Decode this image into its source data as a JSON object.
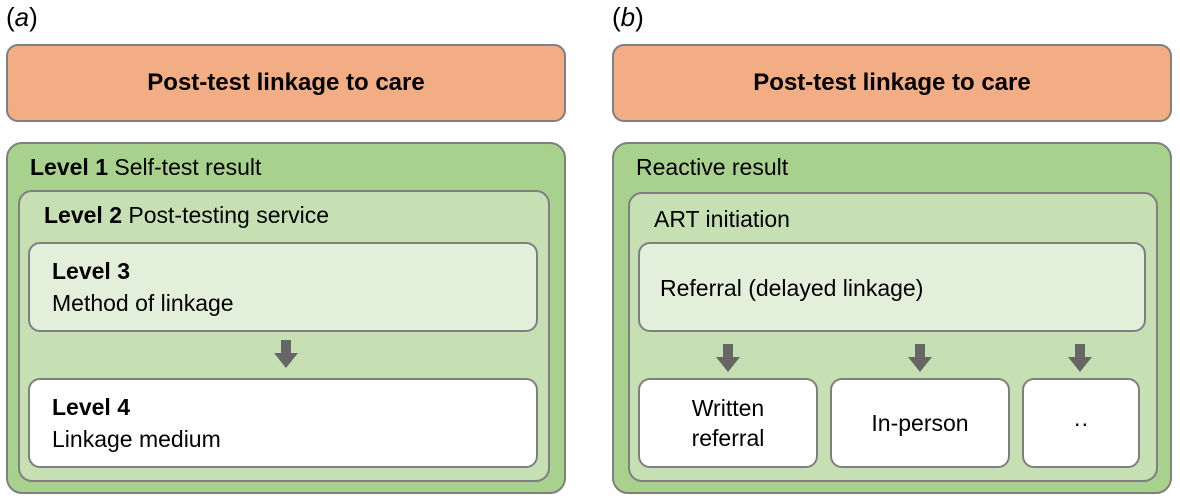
{
  "panels": [
    {
      "label": "a",
      "header": "Post-test linkage to care",
      "level1_title": "Level 1",
      "level1_text": "Self-test result",
      "level2_title": "Level 2",
      "level2_text": "Post-testing service",
      "level3_title": "Level 3",
      "level3_text": "Method of linkage",
      "level4_title": "Level 4",
      "level4_text": "Linkage medium"
    },
    {
      "label": "b",
      "header": "Post-test linkage to care",
      "outer_text": "Reactive result",
      "mid_text": "ART initiation",
      "inner_text": "Referral (delayed linkage)",
      "options": [
        "Written\nreferral",
        "In-person",
        "··"
      ]
    }
  ],
  "colors": {
    "header": "#f2ad84",
    "level1": "#a9d18e",
    "level2": "#c6e0b4",
    "level3": "#e2efda",
    "level4": "#ffffff",
    "border": "#7f7f7f",
    "arrow": "#666666"
  }
}
